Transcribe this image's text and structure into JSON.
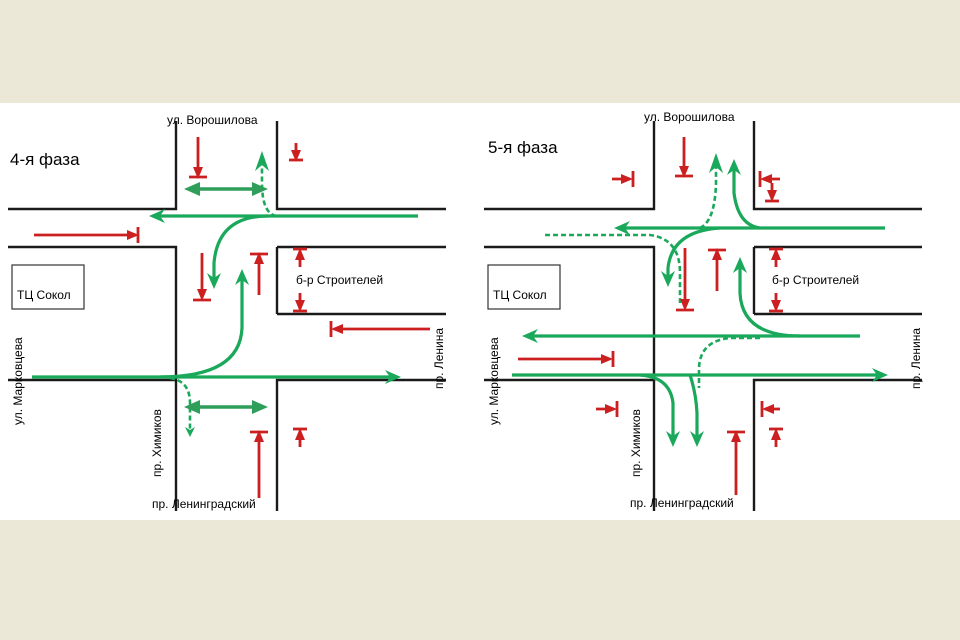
{
  "panels": [
    {
      "phase": "4-я фаза",
      "labels": {
        "north": "ул. Ворошилова",
        "east_road": "б-р Строителей",
        "store": "ТЦ Сокол",
        "east": "пр. Ленина",
        "west": "ул. Марковцева",
        "south_west": "пр. Химиков",
        "south": "пр. Ленинградский"
      }
    },
    {
      "phase": "5-я фаза",
      "labels": {
        "north": "ул. Ворошилова",
        "east_road": "б-р Строителей",
        "store": "ТЦ Сокол",
        "east": "пр. Ленина",
        "west": "ул. Марковцева",
        "south_west": "пр. Химиков",
        "south": "пр. Ленинградский"
      }
    }
  ],
  "colors": {
    "allowed": "#1aa85a",
    "stopped": "#cc2020",
    "pedestrian": "#2e9e5a",
    "roads": "#1a1a1a"
  }
}
